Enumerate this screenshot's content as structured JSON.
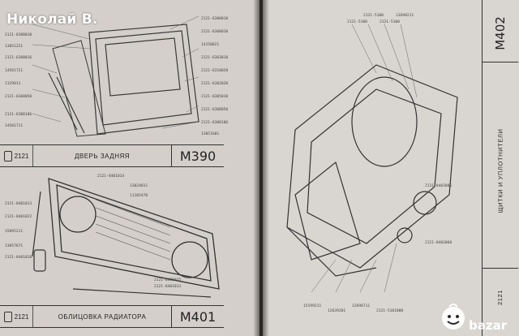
{
  "watermark": "Николай В.",
  "left_page": {
    "top_section": {
      "model_code": "2121",
      "title": "ДВЕРЬ ЗАДНЯЯ",
      "figure_id": "М390"
    },
    "bottom_section": {
      "model_code": "2121",
      "title": "ОБЛИЦОВКА РАДИАТОРА",
      "figure_id": "М401"
    }
  },
  "right_page": {
    "figure_id": "М402",
    "title": "ЩИТКИ И УПЛОТНИТЕЛИ",
    "model_code": "2121"
  },
  "marketplace_logo": "bazar",
  "icons": [
    "door-icon",
    "car-icon"
  ]
}
